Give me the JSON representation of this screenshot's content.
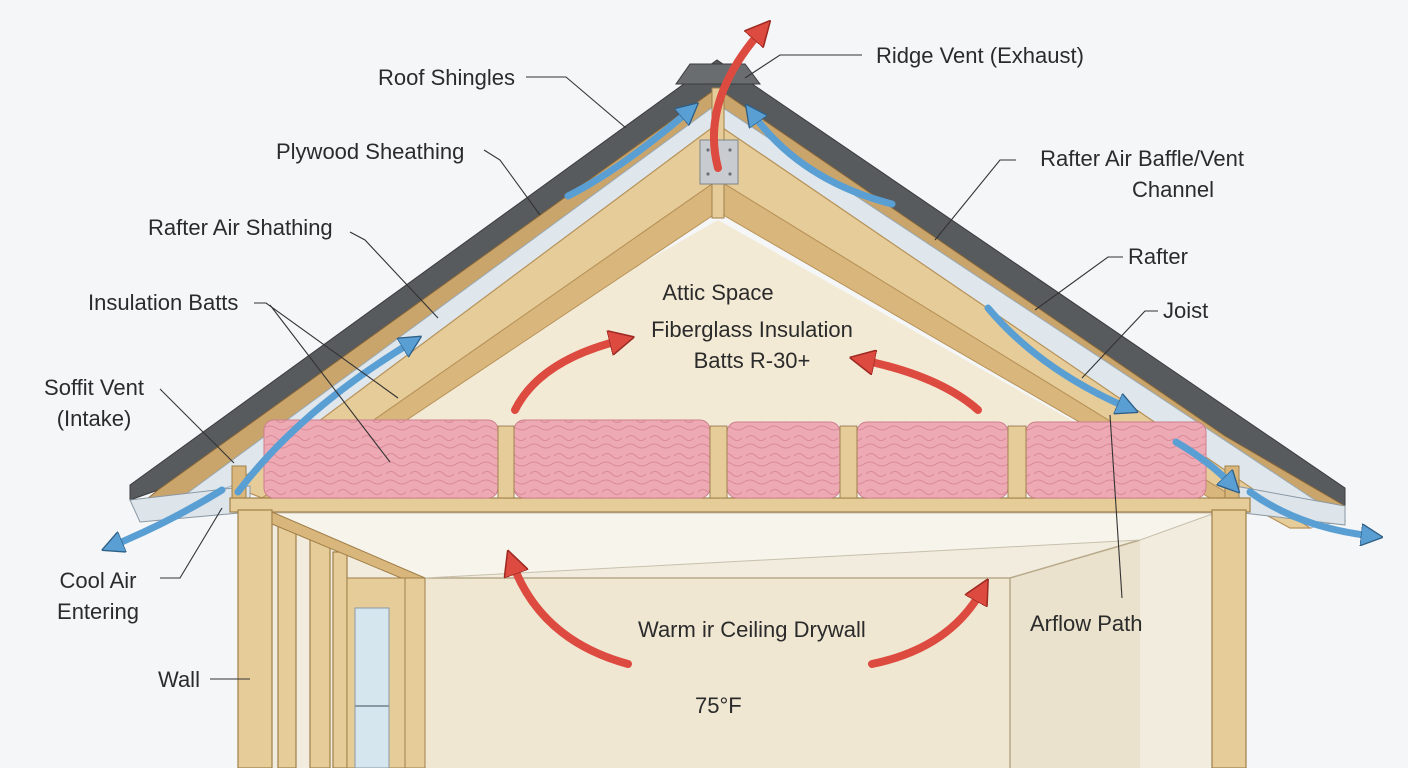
{
  "labels": {
    "roof_shingles": "Roof Shingles",
    "ridge_vent": "Ridge Vent (Exhaust)",
    "plywood_sheathing": "Plywood Sheathing",
    "rafter_baffle_line1": "Rafter Air Baffle/Vent",
    "rafter_baffle_line2": "Channel",
    "rafter_air_shathing": "Rafter Air Shathing",
    "rafter": "Rafter",
    "insulation_batts": "Insulation Batts",
    "joist": "Joist",
    "attic_space": "Attic Space",
    "fiberglass_line1": "Fiberglass Insulation",
    "fiberglass_line2": "Batts R-30+",
    "soffit_vent_line1": "Soffit Vent",
    "soffit_vent_line2": "(Intake)",
    "cool_air_line1": "Cool Air",
    "cool_air_line2": "Entering",
    "warm_air_ceiling": "Warm ir Ceiling Drywall",
    "airflow_path": "Arflow Path",
    "wall": "Wall",
    "temperature": "75°F"
  },
  "colors": {
    "background": "#f4f6f7",
    "shingles": "#585b5d",
    "wood": "#e6cc98",
    "wood_dark": "#b8935a",
    "insulation": "#eeaab4",
    "cool_air_arrow": "#5a9fd4",
    "warm_air_arrow": "#dd4a40",
    "attic": "#f3ead5",
    "room": "#f1ecdd"
  }
}
